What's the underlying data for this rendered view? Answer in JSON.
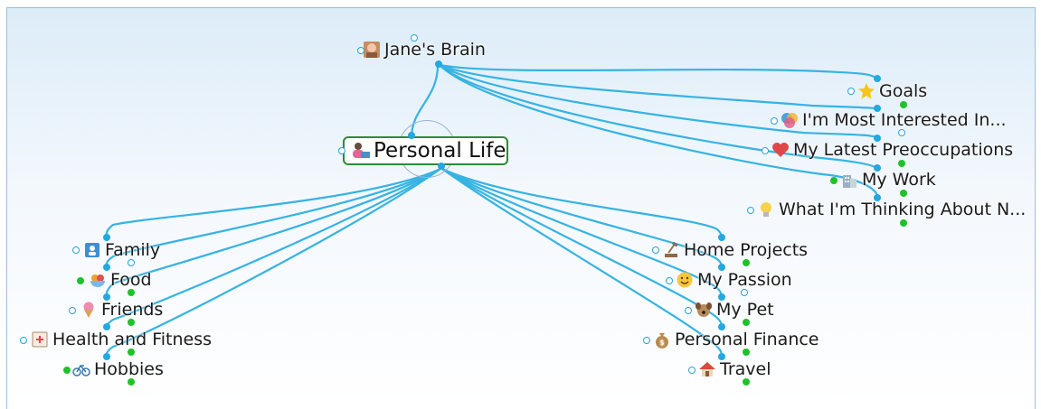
{
  "brain": {
    "parent": {
      "label": "Jane's Brain",
      "icon": "portrait-icon"
    },
    "active": {
      "label": "Personal Life",
      "icon": "person-laptop-icon"
    },
    "jumps": [
      {
        "label": "Goals",
        "icon": "star-icon"
      },
      {
        "label": "I'm Most Interested In...",
        "icon": "colorful-shapes-icon"
      },
      {
        "label": "My Latest Preoccupations",
        "icon": "heart-icon"
      },
      {
        "label": "My Work",
        "icon": "office-building-icon"
      },
      {
        "label": "What I'm Thinking About N...",
        "icon": "lightbulb-icon"
      }
    ],
    "children_left": [
      {
        "label": "Family",
        "icon": "contact-card-icon"
      },
      {
        "label": "Food",
        "icon": "food-bowl-icon"
      },
      {
        "label": "Friends",
        "icon": "ice-cream-icon"
      },
      {
        "label": "Health and Fitness",
        "icon": "medical-chart-icon"
      },
      {
        "label": "Hobbies",
        "icon": "bicycle-icon"
      }
    ],
    "children_right": [
      {
        "label": "Home Projects",
        "icon": "hammer-icon"
      },
      {
        "label": "My Passion",
        "icon": "smiley-icon"
      },
      {
        "label": "My Pet",
        "icon": "dog-icon"
      },
      {
        "label": "Personal Finance",
        "icon": "money-bag-icon"
      },
      {
        "label": "Travel",
        "icon": "house-icon"
      }
    ]
  },
  "colors": {
    "link": "#36b3e3",
    "green": "#1ec22a",
    "accent": "#23a8e0",
    "active_border": "#2c8a3a"
  }
}
